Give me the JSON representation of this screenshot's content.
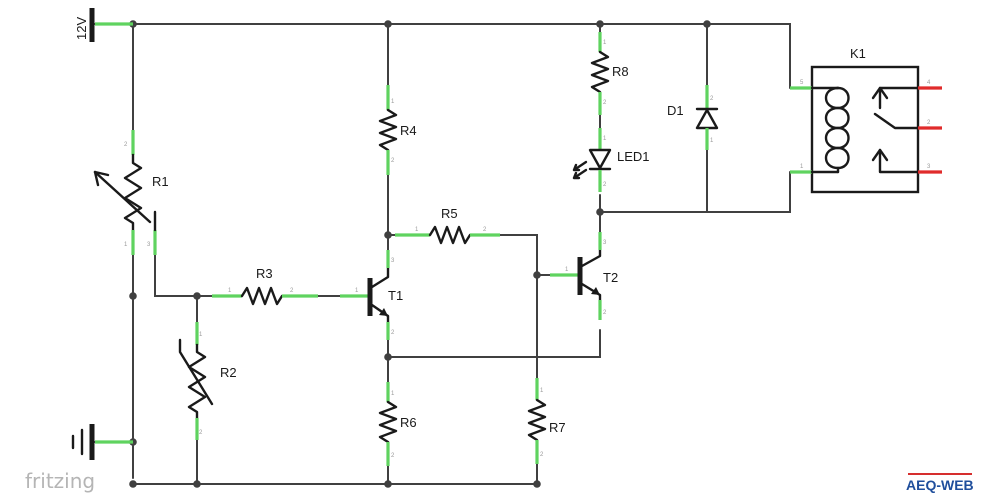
{
  "supply": {
    "label": "12V"
  },
  "components": {
    "r1": "R1",
    "r2": "R2",
    "r3": "R3",
    "r4": "R4",
    "r5": "R5",
    "r6": "R6",
    "r7": "R7",
    "r8": "R8",
    "t1": "T1",
    "t2": "T2",
    "d1": "D1",
    "led1": "LED1",
    "k1": "K1"
  },
  "pins": {
    "one": "1",
    "two": "2",
    "three": "3",
    "four": "4",
    "five": "5"
  },
  "branding": {
    "left": "fritzing",
    "right": "AEQ-WEB"
  },
  "colors": {
    "wire": "#404040",
    "pin_lead": "#5fd35f",
    "relay_output": "#e02b2b",
    "brand_blue": "#1f4e9c"
  }
}
